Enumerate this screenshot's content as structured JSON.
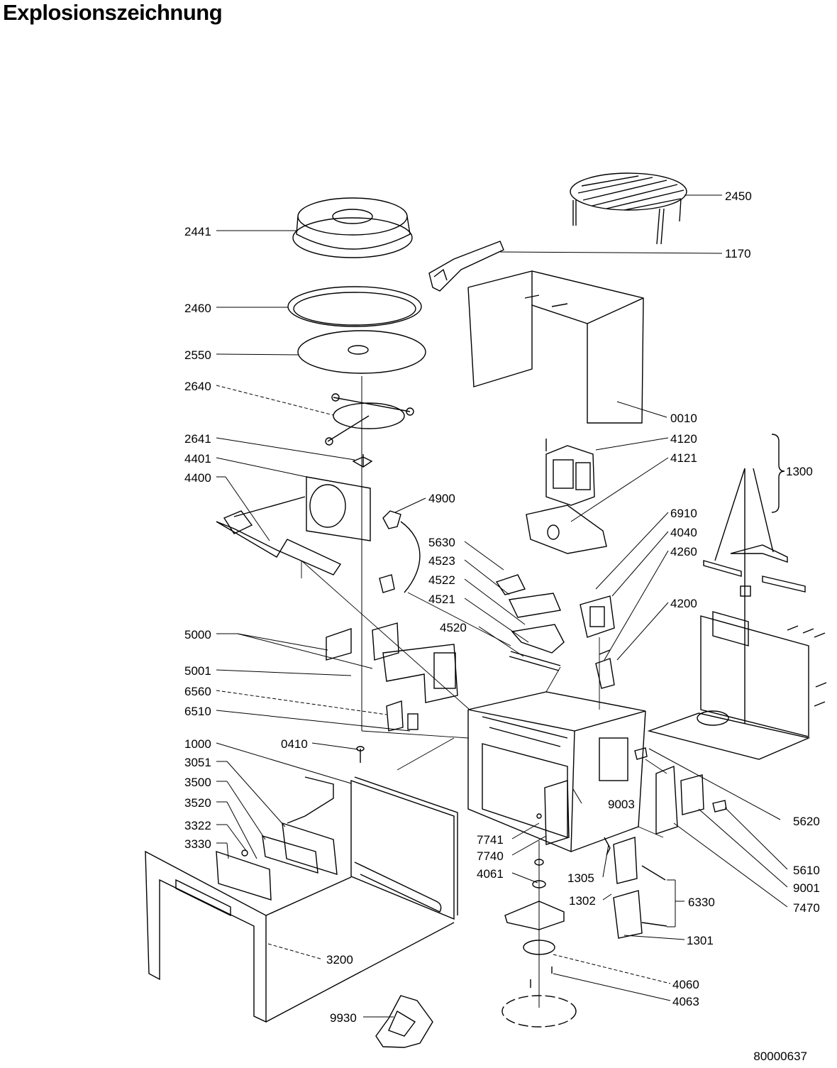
{
  "title": "Explosionszeichnung",
  "document_number": "80000637",
  "labels": {
    "l2450": "2450",
    "l2441": "2441",
    "l1170": "1170",
    "l2460": "2460",
    "l2550": "2550",
    "l2640": "2640",
    "l0010": "0010",
    "l2641": "2641",
    "l4120": "4120",
    "l4401": "4401",
    "l4121": "4121",
    "l1300": "1300",
    "l4400": "4400",
    "l4900": "4900",
    "l6910": "6910",
    "l4040": "4040",
    "l5630": "5630",
    "l4523": "4523",
    "l4260": "4260",
    "l4522": "4522",
    "l4521": "4521",
    "l4200": "4200",
    "l4520": "4520",
    "l5000": "5000",
    "l5001": "5001",
    "l6560": "6560",
    "l6510": "6510",
    "l1000": "1000",
    "l0410": "0410",
    "l3051": "3051",
    "l3500": "3500",
    "l3520": "3520",
    "l3322": "3322",
    "l3330": "3330",
    "l9003": "9003",
    "l5620": "5620",
    "l7741": "7741",
    "l7740": "7740",
    "l4061": "4061",
    "l1305": "1305",
    "l1302": "1302",
    "l6330": "6330",
    "l5610": "5610",
    "l9001": "9001",
    "l7470": "7470",
    "l1301": "1301",
    "l3200": "3200",
    "l4060": "4060",
    "l4063": "4063",
    "l9930": "9930"
  }
}
